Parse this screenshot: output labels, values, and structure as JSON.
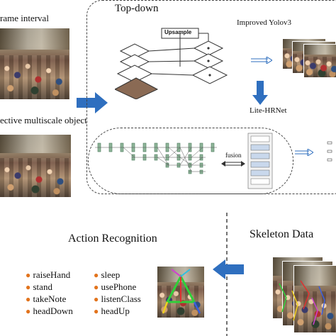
{
  "labels": {
    "frame_interval": "rame interval",
    "multiscale": "ective multiscale object",
    "top_down": "Top-down",
    "improved_yolo": "Improved Yolov3",
    "upsample": "Upsample",
    "lite_hrnet": "Lite-HRNet",
    "fusion": "fusion",
    "action_recognition": "Action Recognition",
    "skeleton_data": "Skeleton Data"
  },
  "actions_left": [
    "raiseHand",
    "stand",
    "takeNote",
    "headDown"
  ],
  "actions_right": [
    "sleep",
    "usePhone",
    "listenClass",
    "headUp"
  ],
  "colors": {
    "arrow_blue": "#2f6fbf",
    "bullet_orange": "#e2731c",
    "dashed_border": "#444444"
  }
}
